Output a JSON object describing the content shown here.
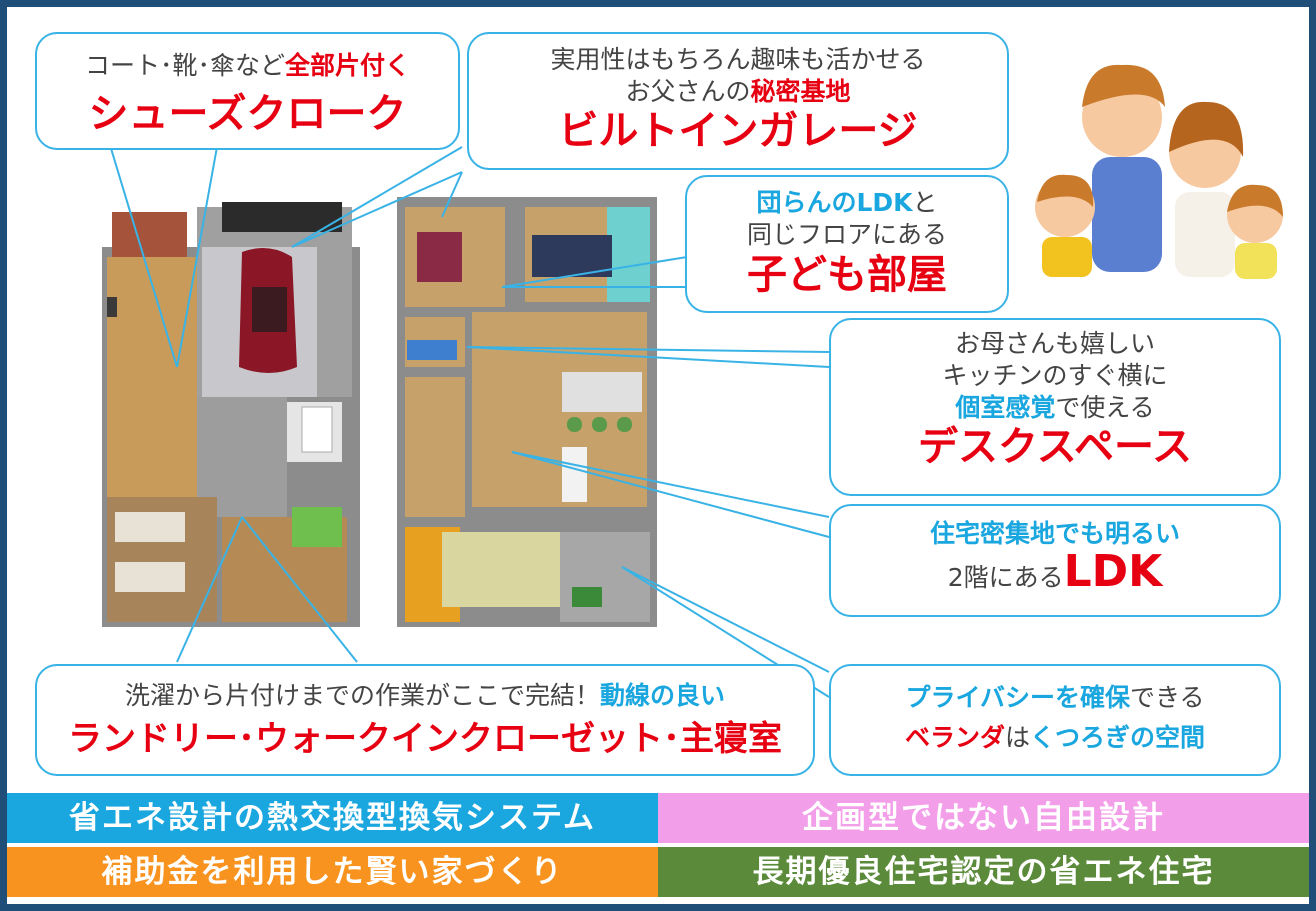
{
  "callouts": {
    "shoes": {
      "line1a": "コート･靴･傘など",
      "line1b": "全部片付く",
      "title": "シューズクローク"
    },
    "garage": {
      "line1": "実用性はもちろん趣味も活かせる",
      "line2a": "お父さんの",
      "line2b": "秘密基地",
      "title": "ビルトインガレージ"
    },
    "kids": {
      "line1a": "団らんのLDK",
      "line1b": "と",
      "line2": "同じフロアにある",
      "title": "子ども部屋"
    },
    "desk": {
      "line1": "お母さんも嬉しい",
      "line2": "キッチンのすぐ横に",
      "line3a": "個室感覚",
      "line3b": "で使える",
      "title": "デスクスペース"
    },
    "ldk": {
      "line1": "住宅密集地でも明るい",
      "line2a": "2階にある",
      "line2b": "LDK"
    },
    "laundry": {
      "line1a": "洗濯から片付けまでの作業がここで完結！",
      "line1b": "動線の良い",
      "title": "ランドリー･ウォークインクローゼット･主寝室"
    },
    "veranda": {
      "line1a": "プライバシーを確保",
      "line1b": "できる",
      "line2a": "ベランダ",
      "line2b": "は",
      "line2c": "くつろぎの空間"
    }
  },
  "bars": {
    "b1": {
      "label": "省エネ設計の熱交換型換気システム",
      "color": "#1aa6de"
    },
    "b2": {
      "label": "企画型ではない自由設計",
      "color": "#f29ee9"
    },
    "b3": {
      "label": "補助金を利用した賢い家づくり",
      "color": "#f7931e"
    },
    "b4": {
      "label": "長期優良住宅認定の省エネ住宅",
      "color": "#5a8a3a"
    }
  }
}
